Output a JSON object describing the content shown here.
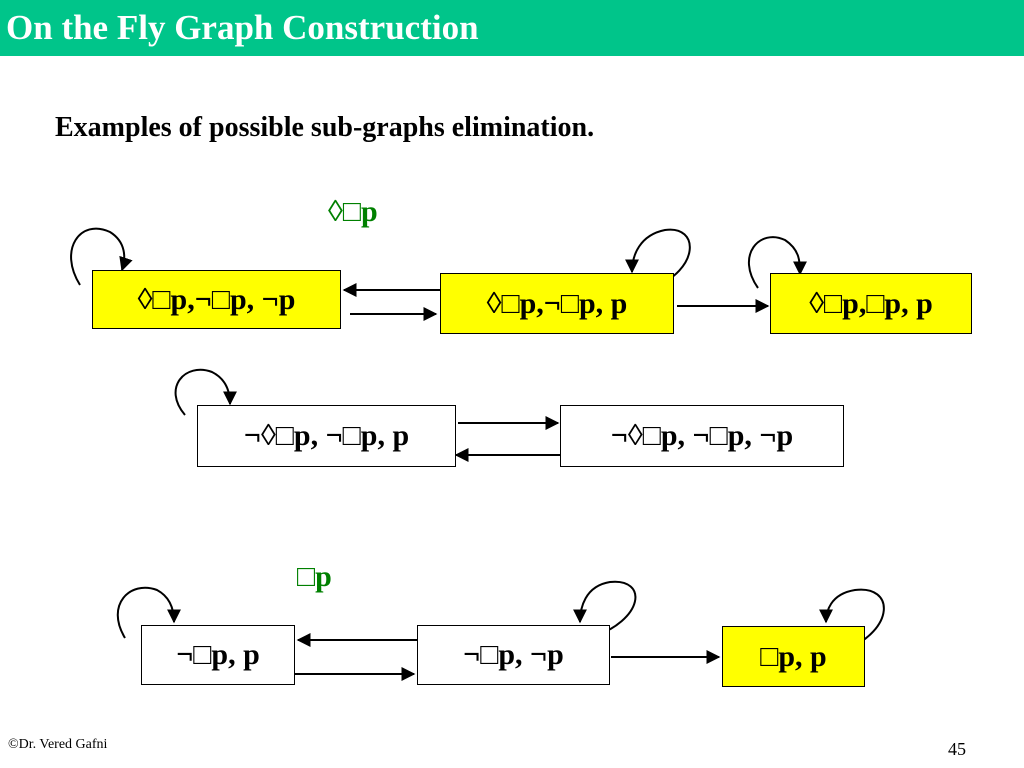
{
  "slide": {
    "title": "On the Fly Graph Construction",
    "subtitle": "Examples of possible sub-graphs elimination.",
    "footer_credit": "©Dr. Vered Gafni",
    "page_number": "45"
  },
  "diagram": {
    "formula_1": "◊□p",
    "formula_2": "□p",
    "nodes": [
      {
        "id": "n1",
        "label": "◊□p,¬□p, ¬p",
        "fill": "#ffff00"
      },
      {
        "id": "n2",
        "label": "◊□p,¬□p, p",
        "fill": "#ffff00"
      },
      {
        "id": "n3",
        "label": "◊□p,□p, p",
        "fill": "#ffff00"
      },
      {
        "id": "n4",
        "label": "¬◊□p, ¬□p, p",
        "fill": "#ffffff"
      },
      {
        "id": "n5",
        "label": "¬◊□p, ¬□p, ¬p",
        "fill": "#ffffff"
      },
      {
        "id": "n6",
        "label": "¬□p, p",
        "fill": "#ffffff"
      },
      {
        "id": "n7",
        "label": "¬□p, ¬p",
        "fill": "#ffffff"
      },
      {
        "id": "n8",
        "label": "□p, p",
        "fill": "#ffff00"
      }
    ],
    "edges": [
      {
        "from": "n1",
        "to": "n1"
      },
      {
        "from": "n2",
        "to": "n2"
      },
      {
        "from": "n3",
        "to": "n3"
      },
      {
        "from": "n1",
        "to": "n2"
      },
      {
        "from": "n2",
        "to": "n1"
      },
      {
        "from": "n2",
        "to": "n3"
      },
      {
        "from": "n4",
        "to": "n4"
      },
      {
        "from": "n4",
        "to": "n5"
      },
      {
        "from": "n5",
        "to": "n4"
      },
      {
        "from": "n6",
        "to": "n6"
      },
      {
        "from": "n7",
        "to": "n7"
      },
      {
        "from": "n8",
        "to": "n8"
      },
      {
        "from": "n6",
        "to": "n7"
      },
      {
        "from": "n7",
        "to": "n6"
      },
      {
        "from": "n7",
        "to": "n8"
      }
    ],
    "colors": {
      "title_bar": "#00c58a",
      "highlight": "#ffff00",
      "formula": "#008000"
    }
  }
}
